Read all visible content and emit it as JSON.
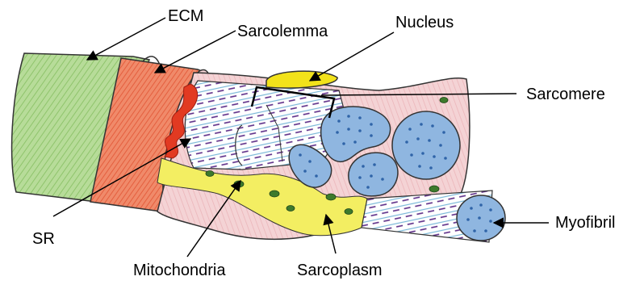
{
  "labels": {
    "ecm": "ECM",
    "sarcolemma": "Sarcolemma",
    "nucleus": "Nucleus",
    "sarcomere": "Sarcomere",
    "myofibril": "Myofibril",
    "sr": "SR",
    "mitochondria": "Mitochondria",
    "sarcoplasm": "Sarcoplasm"
  },
  "colors": {
    "ecm": "#a9d48a",
    "sarcolemma": "#ee7a5c",
    "sr": "#e23a22",
    "sarcoplasm": "#f3ee62",
    "muscle_pink": "#f1c6ca",
    "nucleus": "#f2e21a",
    "myofibril_blue": "#8fb6e0",
    "myofibril_dot": "#2f64a8",
    "mitochondria": "#3d7a2c",
    "filament_thin": "#7ab8d8",
    "filament_thick": "#5b2a86"
  }
}
